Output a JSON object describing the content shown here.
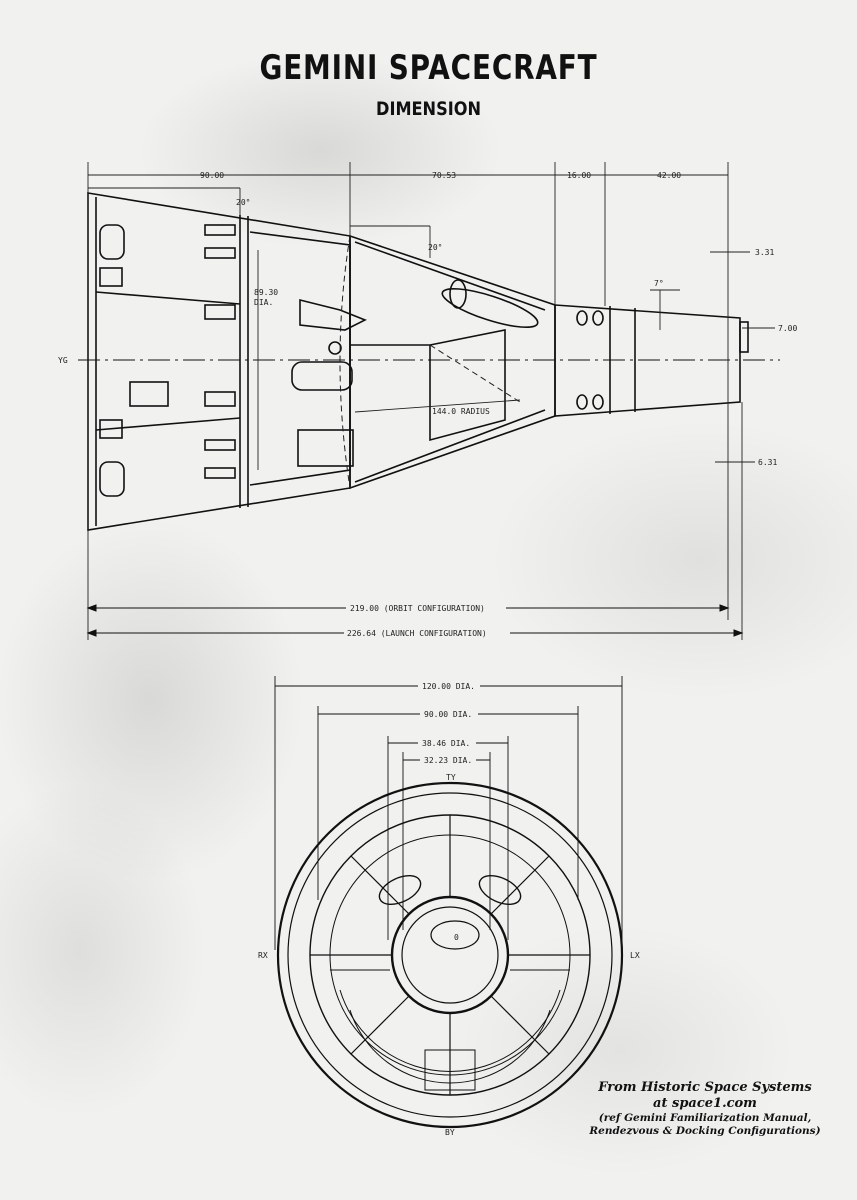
{
  "header": {
    "title": "GEMINI SPACECRAFT",
    "subtitle": "DIMENSION"
  },
  "side_view": {
    "dim_top_1": "90.00",
    "dim_top_2": "70.53",
    "dim_top_3": "16.00",
    "dim_top_4": "42.00",
    "angle_1": "20°",
    "angle_2": "20°",
    "angle_3": "7°",
    "dia_label_value": "89.30",
    "dia_label_unit": "DIA.",
    "radius_label": "144.0 RADIUS",
    "axis_label": "YG",
    "right_dim_1": "3.31",
    "right_dim_2": "7.00",
    "right_dim_3": "6.31",
    "orbit_config": "219.00 (ORBIT CONFIGURATION)",
    "launch_config": "226.64 (LAUNCH CONFIGURATION)"
  },
  "end_view": {
    "dia_1": "120.00 DIA.",
    "dia_2": "90.00 DIA.",
    "dia_3": "38.46 DIA.",
    "dia_4": "32.23 DIA.",
    "label_top": "TY",
    "label_bottom": "BY",
    "label_left": "RX",
    "label_right": "LX",
    "center_mark": "0"
  },
  "credit": {
    "line1": "From Historic Space Systems",
    "line2": "at space1.com",
    "line3": "(ref Gemini Familiarization Manual,",
    "line4": "Rendezvous & Docking Configurations)"
  }
}
